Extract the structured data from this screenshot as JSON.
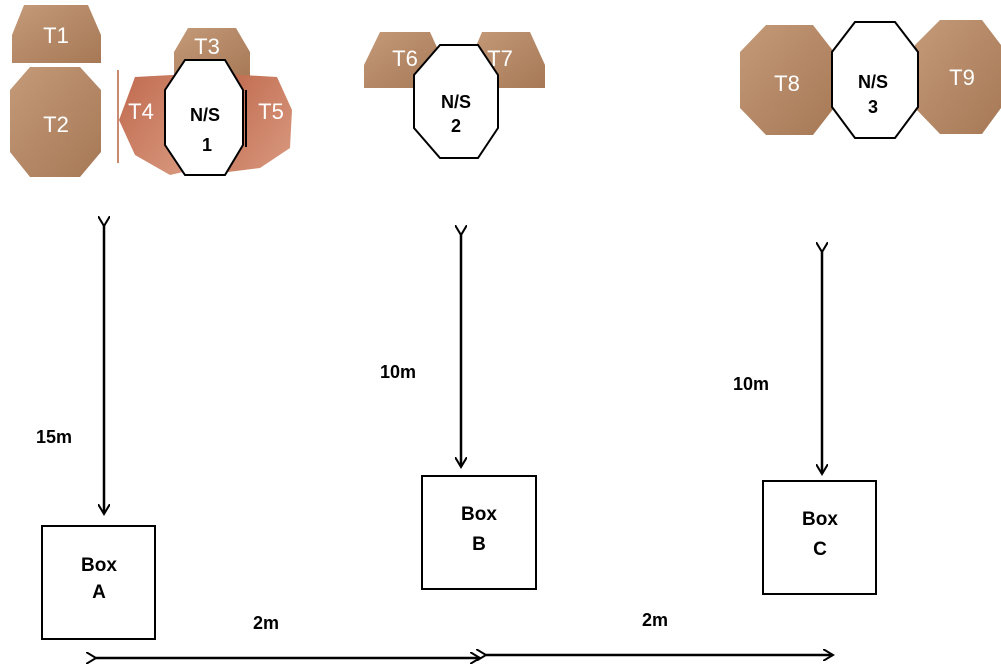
{
  "targets": {
    "t1": "T1",
    "t2": "T2",
    "t3": "T3",
    "t4": "T4",
    "t5": "T5",
    "t6": "T6",
    "t7": "T7",
    "t8": "T8",
    "t9": "T9"
  },
  "no_shoots": [
    {
      "line1": "N/S",
      "line2": "1"
    },
    {
      "line1": "N/S",
      "line2": "2"
    },
    {
      "line1": "N/S",
      "line2": "3"
    }
  ],
  "distances": {
    "box_a_to_array1": "15m",
    "box_b_to_array2": "10m",
    "box_c_to_array3": "10m",
    "box_a_to_b": "2m",
    "box_b_to_c": "2m"
  },
  "boxes": [
    {
      "line1": "Box",
      "line2": "A"
    },
    {
      "line1": "Box",
      "line2": "B"
    },
    {
      "line1": "Box",
      "line2": "C"
    }
  ],
  "colors": {
    "target_fill": "#b88a68",
    "target_dark": "#a87a58",
    "target_reddish": "#c97a5e",
    "no_shoot_fill": "#ffffff",
    "line": "#000000"
  }
}
